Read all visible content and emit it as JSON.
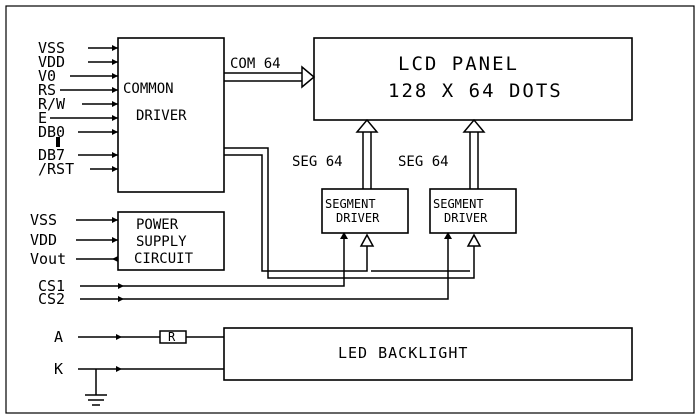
{
  "left_pins": [
    "VSS",
    "VDD",
    "V0",
    "RS",
    "R/W",
    "E",
    "DB0",
    "DB7",
    "/RST"
  ],
  "power_pins": [
    "VSS",
    "VDD",
    "Vout"
  ],
  "cs_pins": [
    "CS1",
    "CS2"
  ],
  "backlight_pins": [
    "A",
    "K"
  ],
  "blocks": {
    "common_driver": [
      "COMMON",
      "DRIVER"
    ],
    "power_supply": [
      "POWER",
      "SUPPLY",
      "CIRCUIT"
    ],
    "lcd_panel": [
      "LCD PANEL",
      "128 X 64 DOTS"
    ],
    "segment_driver": [
      "SEGMENT",
      "DRIVER"
    ],
    "led_backlight": "LED BACKLIGHT",
    "resistor": "R"
  },
  "buses": {
    "com": "COM 64",
    "seg": "SEG 64"
  }
}
